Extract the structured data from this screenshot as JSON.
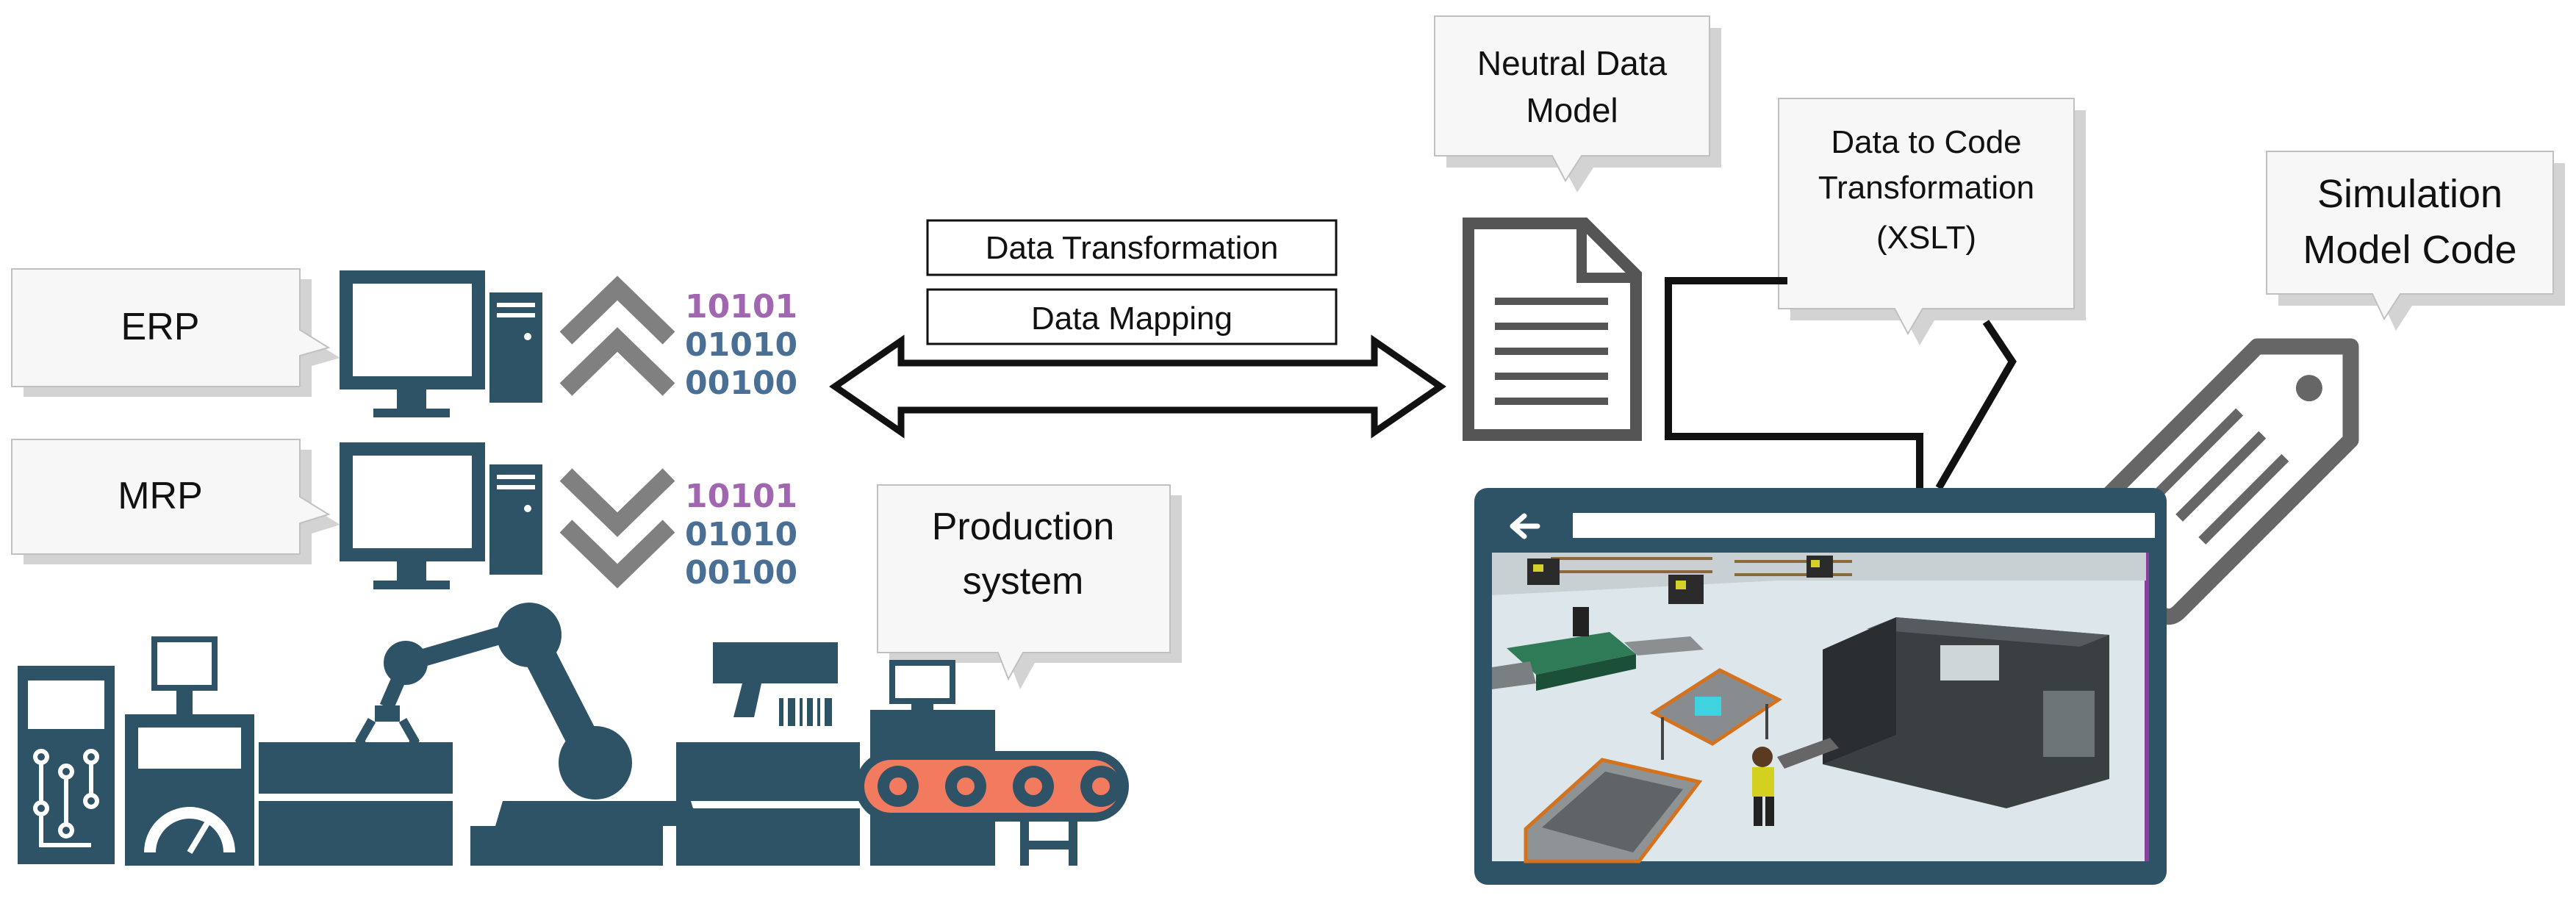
{
  "callouts": {
    "erp": "ERP",
    "mrp": "MRP",
    "production_line1": "Production",
    "production_line2": "system",
    "neutral_line1": "Neutral Data",
    "neutral_line2": "Model",
    "xslt_line1": "Data to Code",
    "xslt_line2": "Transformation",
    "xslt_line3": "(XSLT)",
    "sim_line1": "Simulation",
    "sim_line2": "Model Code"
  },
  "labels": {
    "data_transformation": "Data Transformation",
    "data_mapping": "Data Mapping"
  },
  "binary": {
    "row1": "10101",
    "row2": "01010",
    "row3": "00100"
  },
  "colors": {
    "icon_dark": "#2e5266",
    "binary_purple": "#a066b0",
    "binary_blue": "#4a6f95",
    "chevron_gray": "#808080",
    "conveyor_orange": "#f27a5e",
    "callout_fill": "#f7f7f7",
    "callout_shadow": "#d3d3d3",
    "sim_floor": "#dde6ea",
    "sim_dark": "#3a3f42"
  }
}
